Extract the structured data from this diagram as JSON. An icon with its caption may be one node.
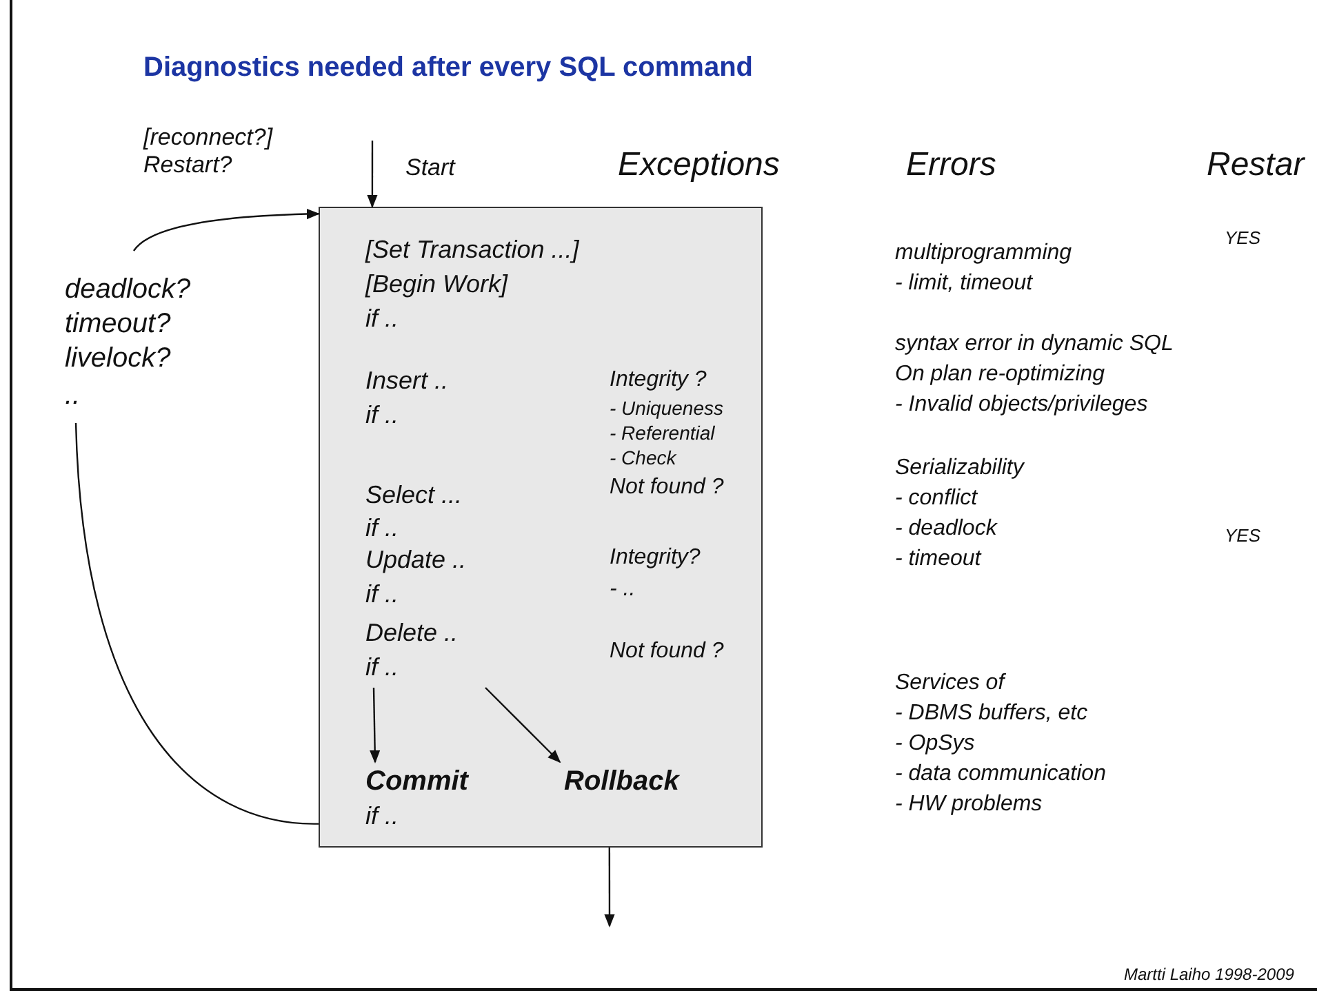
{
  "diagram": {
    "title": "Diagnostics needed after every SQL command",
    "nodes": [
      {
        "text": [
          "deadlock?",
          "timeout?",
          "livelock?",
          ".."
        ]
      },
      {
        "text": [
          "[Set Transaction ...]",
          "[Begin Work]",
          "if ..",
          "Insert ..",
          "Integrity ?",
          "- Uniqueness",
          "if ..",
          "- Referential",
          "- Check",
          "Select ...",
          "Not found ?",
          "if ..",
          "Update ..",
          "Integrity?",
          "- ..",
          "if ..",
          "Not found ?"
        ]
      },
      {
        "text": [
          "Delete ..",
          "if .."
        ],
        "in": 1
      },
      {
        "text": [
          "Commit",
          "if .."
        ],
        "in": 1
      },
      {
        "text": [
          "Rollback"
        ],
        "in": 1
      }
    ],
    "edges": [
      {
        "from": null,
        "to": 1,
        "arrow": "to",
        "label": "Start"
      },
      {
        "from": 1,
        "to": 0,
        "arrow": "none"
      },
      {
        "from": 0,
        "to": 1,
        "arrow": "to",
        "label": "[reconnect?] Restart?"
      },
      {
        "from": 2,
        "to": 3,
        "arrow": "to"
      },
      {
        "from": 2,
        "to": 4,
        "arrow": "to"
      },
      {
        "from": 1,
        "to": null,
        "arrow": "to"
      }
    ],
    "labels": [
      "Exceptions",
      "Errors",
      "Restar",
      "YES",
      "multiprogramming",
      "- limit, timeout",
      "syntax error in dynamic SQL",
      "On plan re-optimizing",
      "- Invalid objects/privileges",
      "Serializability",
      "- conflict",
      "- deadlock",
      "YES",
      "- timeout",
      "Services of",
      "- DBMS buffers, etc",
      "- OpSys",
      "- data communication",
      "- HW problems",
      "Martti Laiho 1998-2009"
    ]
  }
}
